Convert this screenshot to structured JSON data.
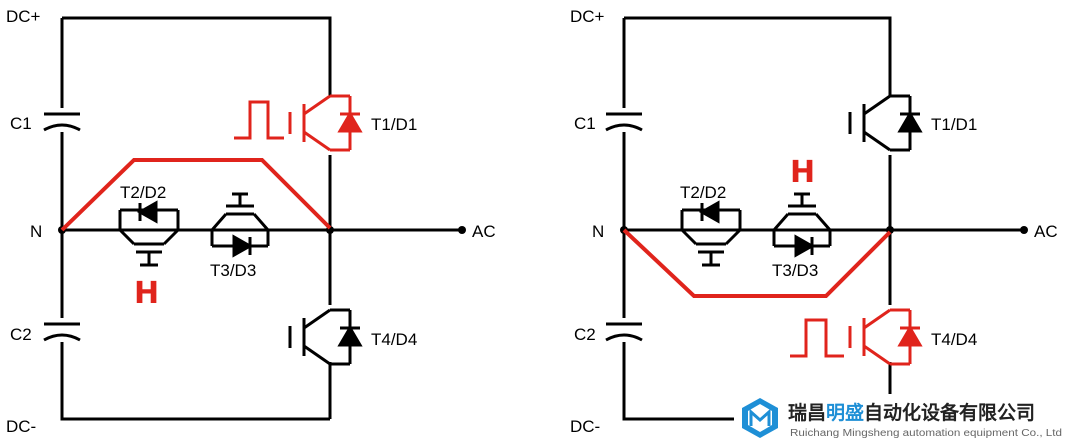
{
  "colors": {
    "highlight": "#e0241c",
    "wire": "#000000",
    "logo_accent": "#1e8fd6"
  },
  "left": {
    "dc_plus": "DC+",
    "dc_minus": "DC-",
    "c1": "C1",
    "c2": "C2",
    "n": "N",
    "ac": "AC",
    "t1": "T1/D1",
    "t2": "T2/D2",
    "t3": "T3/D3",
    "t4": "T4/D4",
    "h": "H"
  },
  "right": {
    "dc_plus": "DC+",
    "dc_minus": "DC-",
    "c1": "C1",
    "c2": "C2",
    "n": "N",
    "ac": "AC",
    "t1": "T1/D1",
    "t2": "T2/D2",
    "t3": "T3/D3",
    "t4": "T4/D4",
    "h": "H"
  },
  "logo": {
    "cn_part1": "瑞昌",
    "cn_accent": "明盛",
    "cn_part2": "自动化设备有限公司",
    "en": "Ruichang Mingsheng automation equipment Co., Ltd"
  }
}
